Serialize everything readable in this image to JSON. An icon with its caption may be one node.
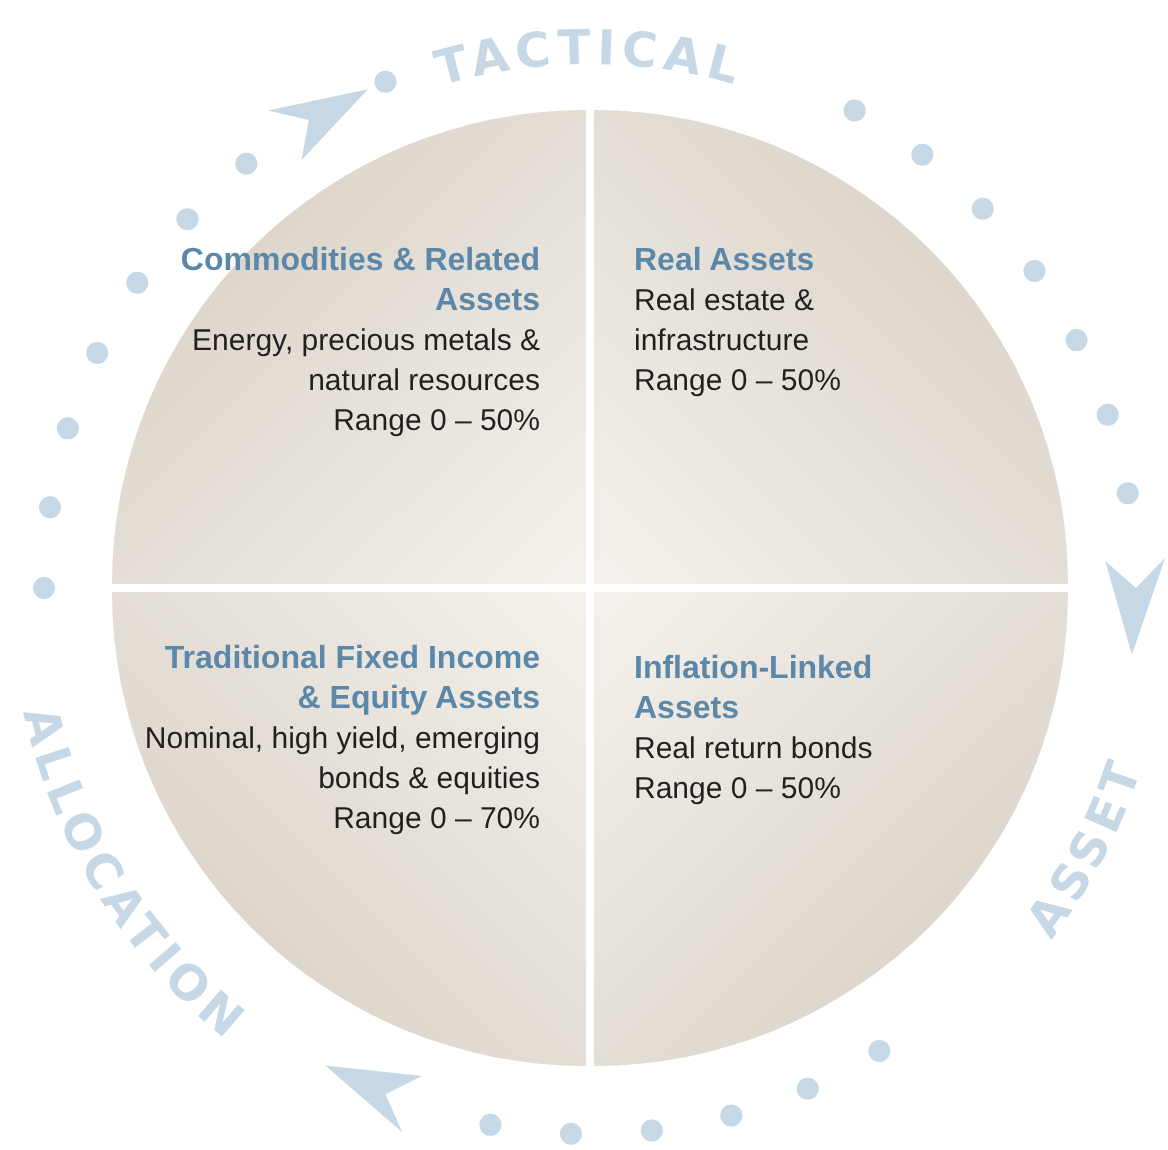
{
  "diagram": {
    "nodes": [
      {
        "text": [
          "Commodities & Related Assets",
          "Energy, precious metals & natural resources",
          "Range 0 – 50%"
        ]
      },
      {
        "text": [
          "Real Assets",
          "Real estate & infrastructure",
          "Range 0 – 50%"
        ]
      },
      {
        "text": [
          "Traditional Fixed Income & Equity Assets",
          "Nominal, high yield, emerging bonds & equities",
          "Range 0 – 70%"
        ]
      },
      {
        "text": [
          "Inflation-Linked Assets",
          "Real return bonds",
          "Range 0 – 50%"
        ]
      }
    ],
    "labels": [
      "TACTICAL",
      "ASSET",
      "ALLOCATION"
    ]
  }
}
